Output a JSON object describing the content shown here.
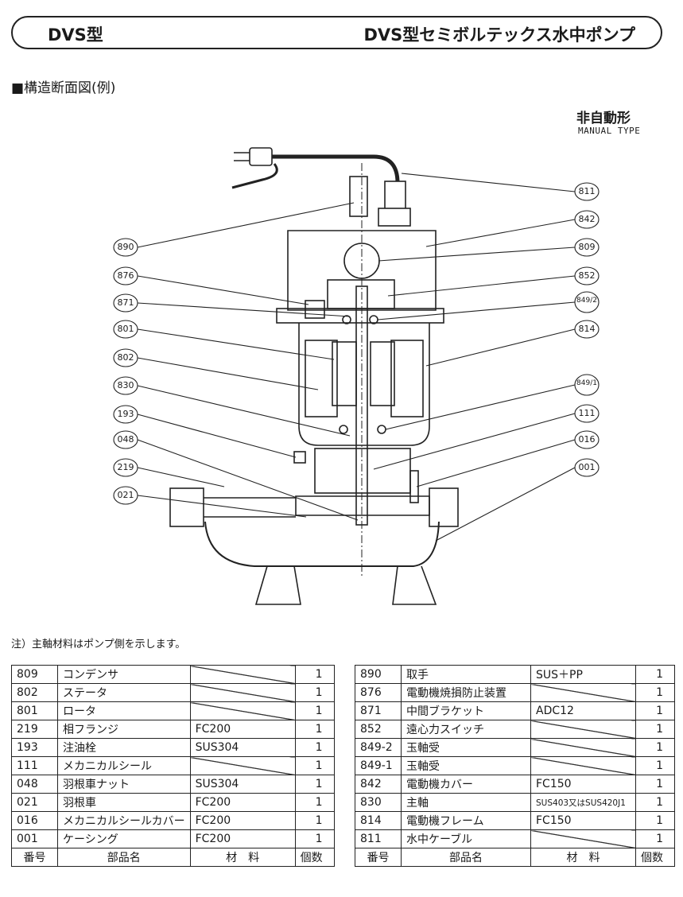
{
  "header": {
    "left_title": "DVS型",
    "right_title": "DVS型セミボルテックス水中ポンプ"
  },
  "section_title": "■構造断面図(例)",
  "type_label": {
    "jp": "非自動形",
    "en": "MANUAL TYPE"
  },
  "callouts_left": [
    "890",
    "876",
    "871",
    "801",
    "802",
    "830",
    "193",
    "048",
    "219",
    "021"
  ],
  "callouts_right": [
    "811",
    "842",
    "809",
    "852",
    "849/2",
    "814",
    "849/1",
    "111",
    "016",
    "001"
  ],
  "note": "注）主軸材料はポンプ側を示します。",
  "table_headers": {
    "num": "番号",
    "name": "部品名",
    "mat": "材　料",
    "qty": "個数"
  },
  "table_left": [
    {
      "num": "809",
      "name": "コンデンサ",
      "mat": "",
      "qty": "1"
    },
    {
      "num": "802",
      "name": "ステータ",
      "mat": "",
      "qty": "1"
    },
    {
      "num": "801",
      "name": "ロータ",
      "mat": "",
      "qty": "1"
    },
    {
      "num": "219",
      "name": "相フランジ",
      "mat": "FC200",
      "qty": "1"
    },
    {
      "num": "193",
      "name": "注油栓",
      "mat": "SUS304",
      "qty": "1"
    },
    {
      "num": "111",
      "name": "メカニカルシール",
      "mat": "",
      "qty": "1"
    },
    {
      "num": "048",
      "name": "羽根車ナット",
      "mat": "SUS304",
      "qty": "1"
    },
    {
      "num": "021",
      "name": "羽根車",
      "mat": "FC200",
      "qty": "1"
    },
    {
      "num": "016",
      "name": "メカニカルシールカバー",
      "mat": "FC200",
      "qty": "1"
    },
    {
      "num": "001",
      "name": "ケーシング",
      "mat": "FC200",
      "qty": "1"
    }
  ],
  "table_right": [
    {
      "num": "890",
      "name": "取手",
      "mat": "SUS＋PP",
      "qty": "1"
    },
    {
      "num": "876",
      "name": "電動機焼損防止装置",
      "mat": "",
      "qty": "1"
    },
    {
      "num": "871",
      "name": "中間ブラケット",
      "mat": "ADC12",
      "qty": "1"
    },
    {
      "num": "852",
      "name": "遠心力スイッチ",
      "mat": "",
      "qty": "1"
    },
    {
      "num": "849-2",
      "name": "玉軸受",
      "mat": "",
      "qty": "1"
    },
    {
      "num": "849-1",
      "name": "玉軸受",
      "mat": "",
      "qty": "1"
    },
    {
      "num": "842",
      "name": "電動機カバー",
      "mat": "FC150",
      "qty": "1"
    },
    {
      "num": "830",
      "name": "主軸",
      "mat": "SUS403又はSUS420J1",
      "qty": "1"
    },
    {
      "num": "814",
      "name": "電動機フレーム",
      "mat": "FC150",
      "qty": "1"
    },
    {
      "num": "811",
      "name": "水中ケーブル",
      "mat": "",
      "qty": "1"
    }
  ]
}
